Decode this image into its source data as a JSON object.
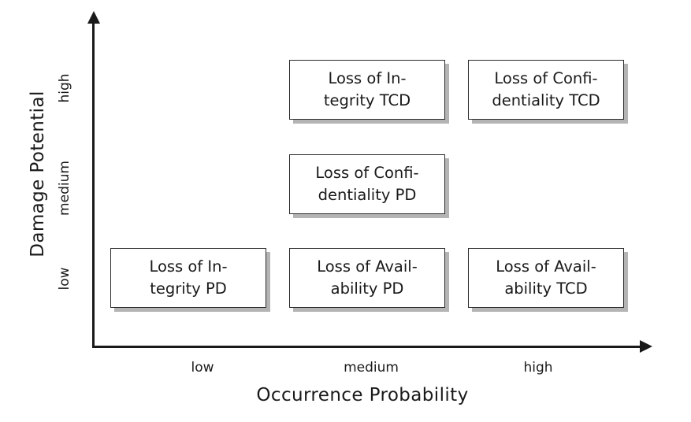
{
  "chart_data": {
    "type": "matrix",
    "title": "",
    "xlabel": "Occurrence Probability",
    "ylabel": "Damage Potential",
    "x_ticks": [
      "low",
      "medium",
      "high"
    ],
    "y_ticks": [
      "low",
      "medium",
      "high"
    ],
    "grid": false,
    "legend": "none",
    "cells": [
      {
        "x": "medium",
        "y": "high",
        "line1": "Loss of In-",
        "line2": "tegrity TCD"
      },
      {
        "x": "high",
        "y": "high",
        "line1": "Loss of Confi-",
        "line2": "dentiality TCD"
      },
      {
        "x": "medium",
        "y": "medium",
        "line1": "Loss of Confi-",
        "line2": "dentiality PD"
      },
      {
        "x": "low",
        "y": "low",
        "line1": "Loss of In-",
        "line2": "tegrity PD"
      },
      {
        "x": "medium",
        "y": "low",
        "line1": "Loss of Avail-",
        "line2": "ability PD"
      },
      {
        "x": "high",
        "y": "low",
        "line1": "Loss of Avail-",
        "line2": "ability TCD"
      }
    ]
  },
  "axes": {
    "y_title": "Damage Potential",
    "x_title": "Occurrence Probability",
    "y_ticks": {
      "high": "high",
      "medium": "medium",
      "low": "low"
    },
    "x_ticks": {
      "low": "low",
      "medium": "medium",
      "high": "high"
    }
  },
  "colors": {
    "axis": "#1a1a1a",
    "box_border": "#2b2b2b",
    "box_fill": "#ffffff",
    "box_shadow": "#b4b4b4",
    "background": "#ffffff",
    "text": "#1a1a1a"
  }
}
